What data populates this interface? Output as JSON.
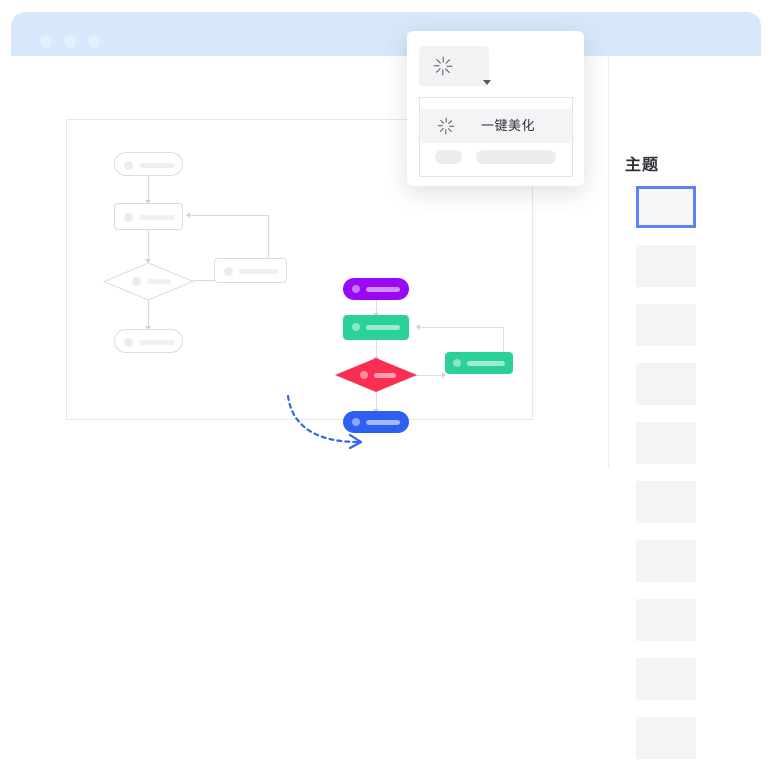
{
  "window": {
    "titlebar": {
      "color": "#d7e8fb",
      "dots": [
        "window-dot-1",
        "window-dot-2",
        "window-dot-3"
      ],
      "dot_color": "#e6f0fd"
    }
  },
  "toolbar": {
    "beautify_button_icon": "sparkle-burst-icon",
    "caret_icon": "chevron-down-icon",
    "dropdown": {
      "items": [
        {
          "label": "一键美化",
          "icon": "sparkle-burst-icon",
          "selected": true
        },
        {
          "label": "",
          "icon": "",
          "selected": false
        }
      ]
    }
  },
  "sidebar": {
    "title": "主题",
    "themes": [
      {
        "name": "theme-1",
        "selected": true,
        "color": "#f5f6f8"
      },
      {
        "name": "theme-2",
        "selected": false,
        "color": "#f4f4f5"
      },
      {
        "name": "theme-3",
        "selected": false,
        "color": "#f4f4f5"
      },
      {
        "name": "theme-4",
        "selected": false,
        "color": "#f4f4f5"
      },
      {
        "name": "theme-5",
        "selected": false,
        "color": "#f4f4f5"
      },
      {
        "name": "theme-6",
        "selected": false,
        "color": "#f4f4f5"
      },
      {
        "name": "theme-7",
        "selected": false,
        "color": "#f4f4f5"
      },
      {
        "name": "theme-8",
        "selected": false,
        "color": "#f4f4f5"
      },
      {
        "name": "theme-9",
        "selected": false,
        "color": "#f4f4f5"
      },
      {
        "name": "theme-10",
        "selected": false,
        "color": "#f4f4f5"
      }
    ],
    "selected_border_color": "#5b82f7"
  },
  "canvas": {
    "flowchart_plain": {
      "label": "unstyled-flowchart",
      "node_fill": "#ffffff",
      "node_border": "#dcdce0",
      "connector_color": "#d8d8dd",
      "nodes": [
        {
          "name": "start-node",
          "shape": "stadium",
          "text": ""
        },
        {
          "name": "process-node",
          "shape": "rectangle",
          "text": ""
        },
        {
          "name": "decision-node",
          "shape": "diamond",
          "text": ""
        },
        {
          "name": "loop-node",
          "shape": "rectangle",
          "text": ""
        },
        {
          "name": "end-node",
          "shape": "stadium",
          "text": ""
        }
      ]
    },
    "flowchart_styled": {
      "label": "beautified-flowchart",
      "connector_color": "#dedee3",
      "nodes": [
        {
          "name": "start-node",
          "shape": "stadium",
          "color": "#9a08f5",
          "text": ""
        },
        {
          "name": "process-node",
          "shape": "rectangle",
          "color": "#2bd19a",
          "text": ""
        },
        {
          "name": "decision-node",
          "shape": "diamond",
          "color": "#fa2d52",
          "text": ""
        },
        {
          "name": "loop-node",
          "shape": "rectangle",
          "color": "#2bd19a",
          "text": ""
        },
        {
          "name": "end-node",
          "shape": "stadium",
          "color": "#2d5ff0",
          "text": ""
        }
      ]
    },
    "transform_arrow": {
      "name": "dashed-transform-arrow",
      "color": "#2f63f0",
      "style": "dashed"
    }
  }
}
